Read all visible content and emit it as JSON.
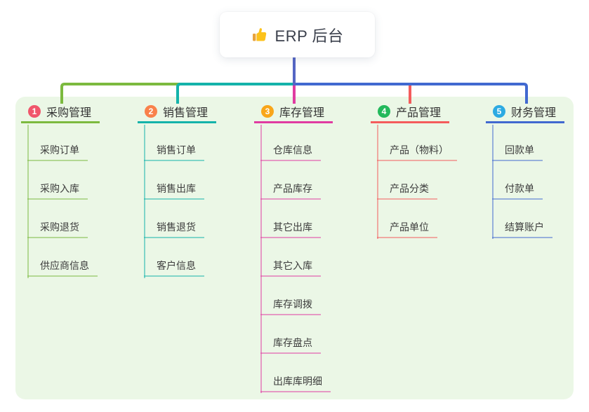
{
  "root": {
    "title": "ERP 后台",
    "icon": "thumbs-up-icon",
    "stem_color": "#5566c4"
  },
  "canvas": {
    "panel_background": "#EBF7E6",
    "page_background": "#ffffff"
  },
  "branches": [
    {
      "index": "1",
      "label": "采购管理",
      "color": "#7cba3f",
      "badge_color": "#f0566b",
      "children": [
        "采购订单",
        "采购入库",
        "采购退货",
        "供应商信息"
      ]
    },
    {
      "index": "2",
      "label": "销售管理",
      "color": "#14b3aa",
      "badge_color": "#f9814b",
      "children": [
        "销售订单",
        "销售出库",
        "销售退货",
        "客户信息"
      ]
    },
    {
      "index": "3",
      "label": "库存管理",
      "color": "#e03ba1",
      "badge_color": "#f9a61a",
      "children": [
        "仓库信息",
        "产品库存",
        "其它出库",
        "其它入库",
        "库存调拨",
        "库存盘点",
        "出库库明细"
      ]
    },
    {
      "index": "4",
      "label": "产品管理",
      "color": "#f45c5c",
      "badge_color": "#23b95c",
      "children": [
        "产品（物料）",
        "产品分类",
        "产品单位"
      ]
    },
    {
      "index": "5",
      "label": "财务管理",
      "color": "#4169d0",
      "badge_color": "#2caae2",
      "children": [
        "回款单",
        "付款单",
        "结算账户"
      ]
    }
  ]
}
